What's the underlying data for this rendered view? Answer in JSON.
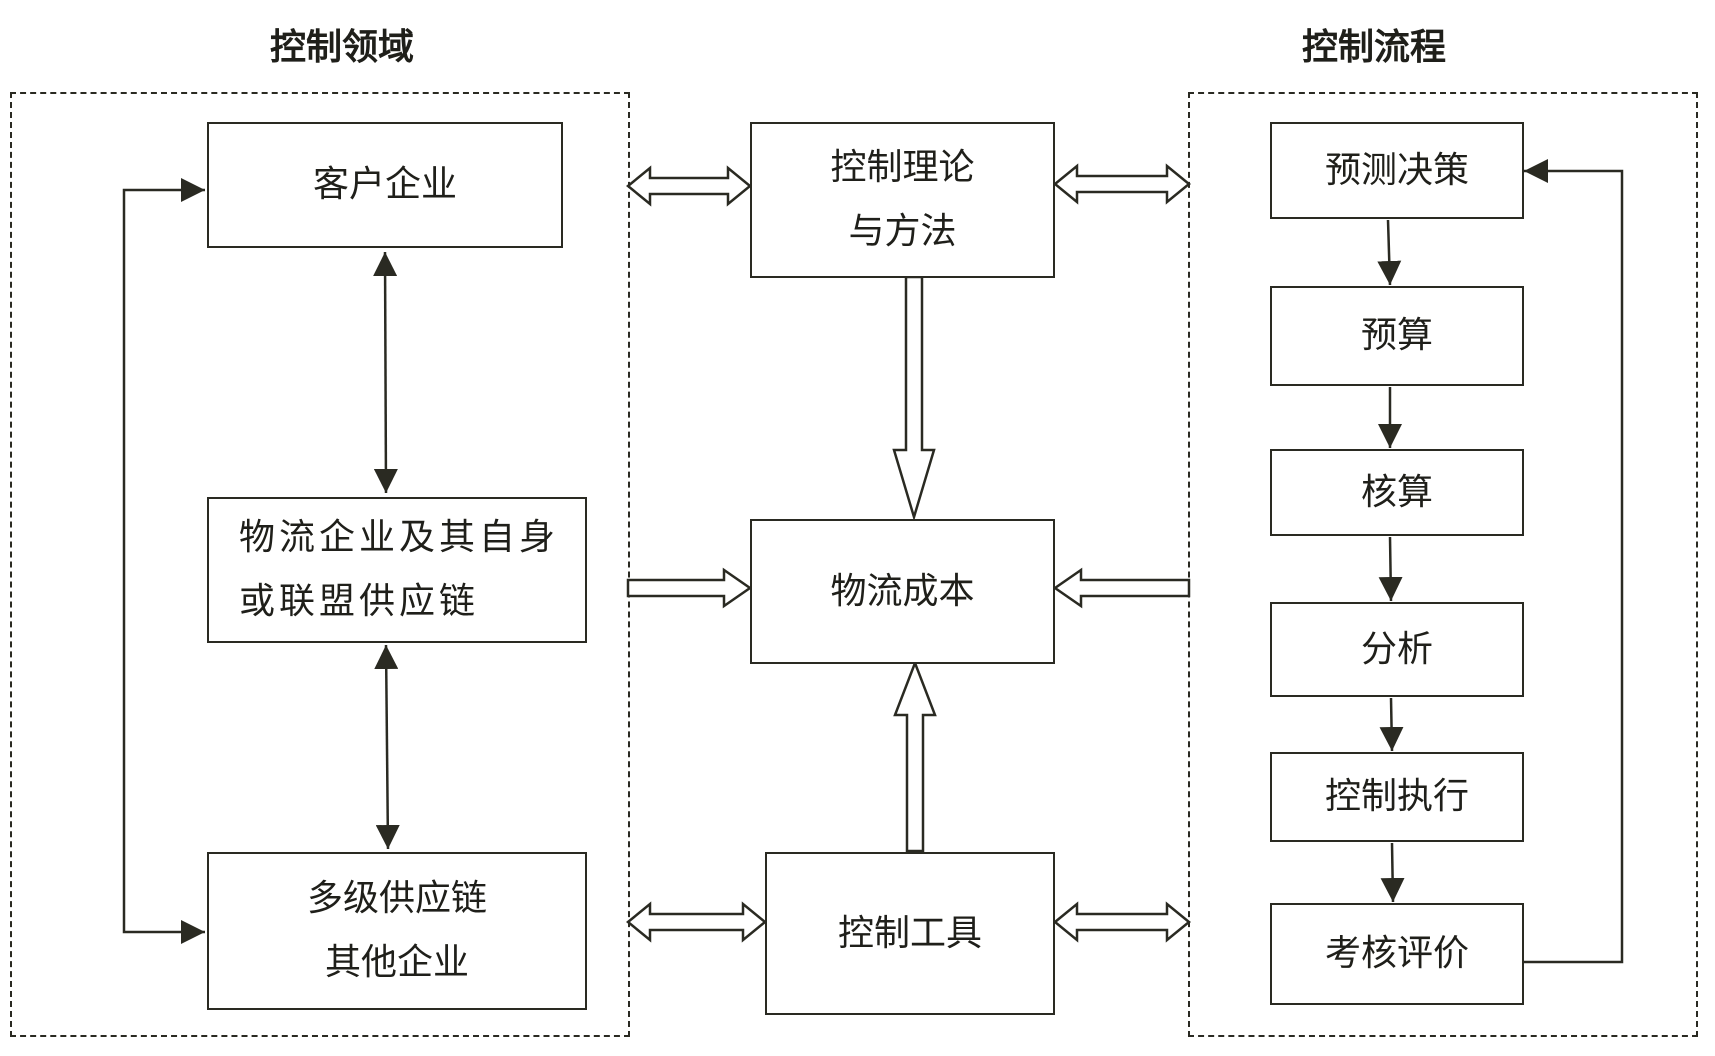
{
  "headings": {
    "control_domain": "控制领域",
    "control_process": "控制流程"
  },
  "domain": {
    "customer": "客户企业",
    "logistics_line1": "物流企业及其自身",
    "logistics_line2": "或联盟供应链",
    "multi_line1": "多级供应链",
    "multi_line2": "其他企业"
  },
  "center": {
    "theory_line1": "控制理论",
    "theory_line2": "与方法",
    "cost": "物流成本",
    "tools": "控制工具"
  },
  "process": {
    "forecast": "预测决策",
    "budget": "预算",
    "accounting": "核算",
    "analysis": "分析",
    "execution": "控制执行",
    "evaluation": "考核评价"
  },
  "colors": {
    "line": "#2a2a22",
    "text": "#1f1f1a",
    "background": "#ffffff"
  }
}
